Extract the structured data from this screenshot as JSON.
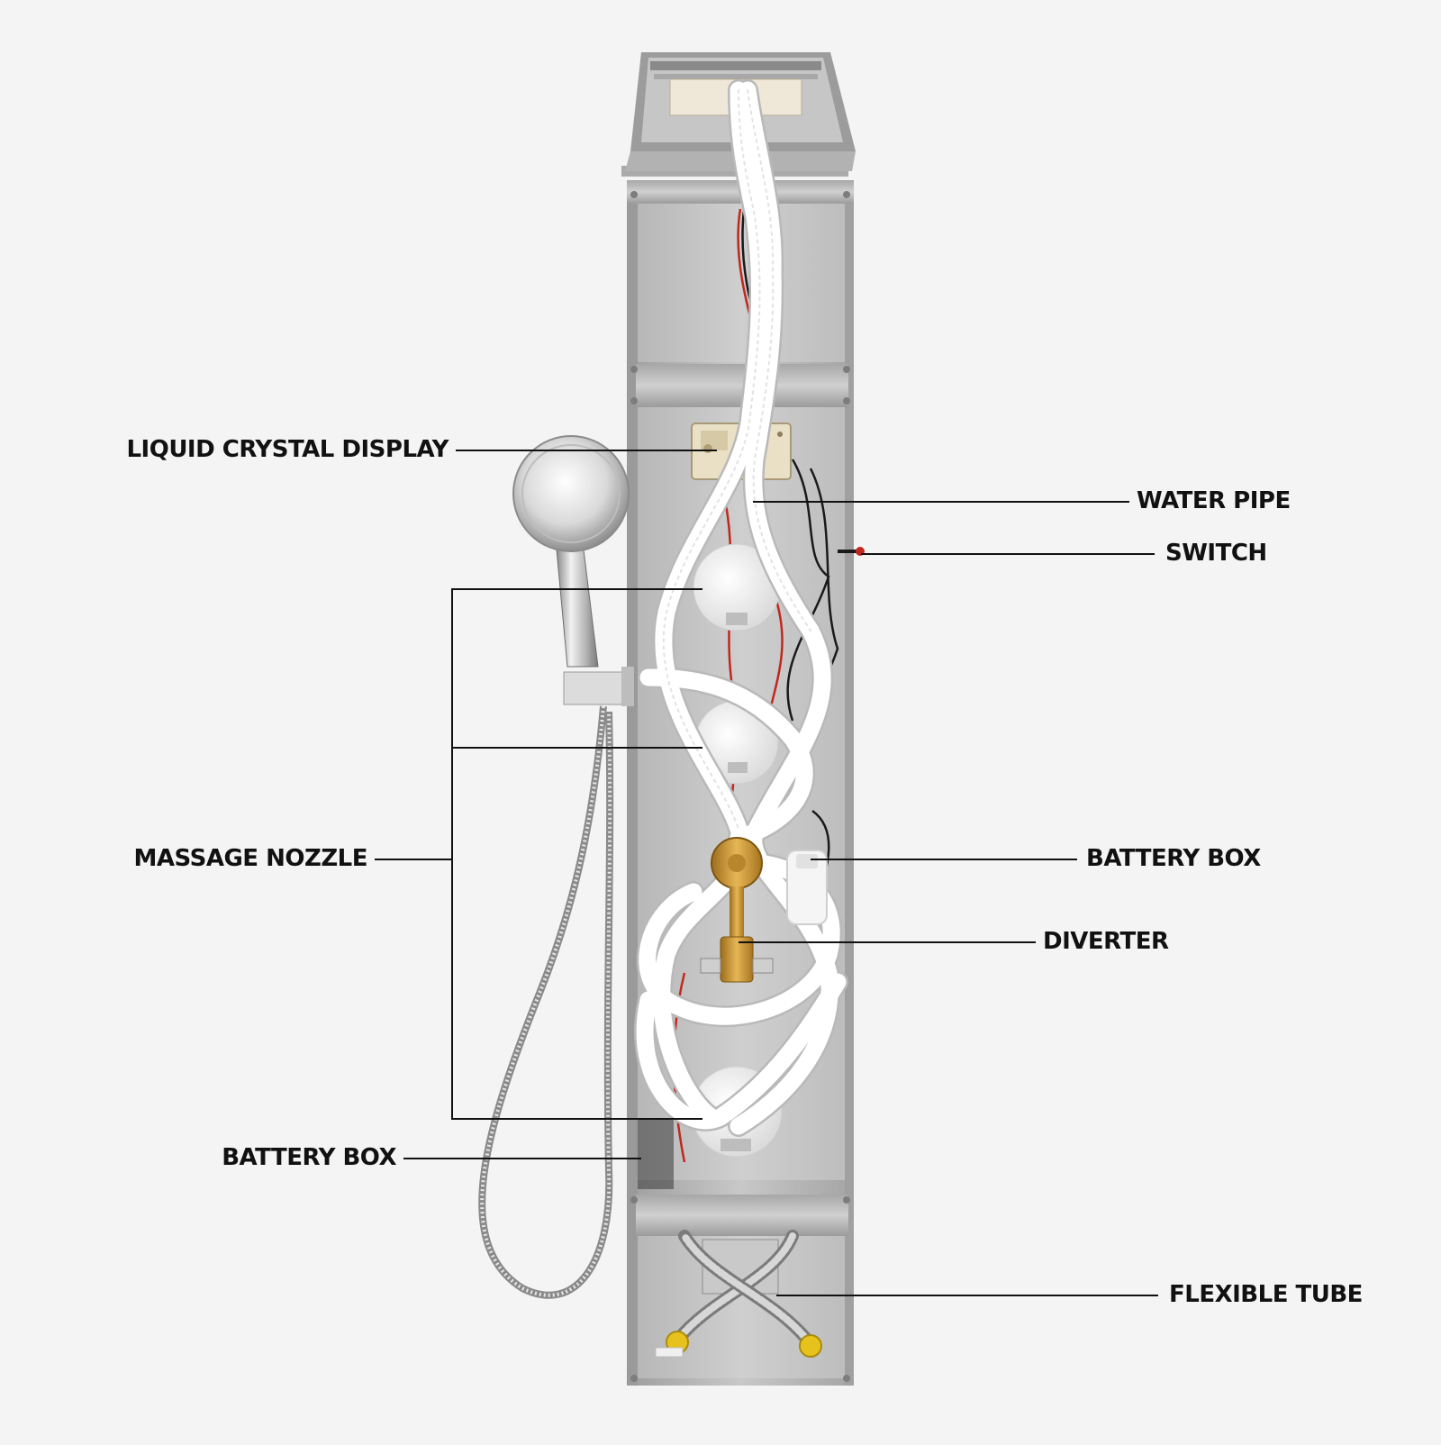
{
  "labels": {
    "lcd": "LIQUID CRYSTAL DISPLAY",
    "massage_nozzle": "MASSAGE NOZZLE",
    "battery_box_left": "BATTERY BOX",
    "water_pipe": "WATER PIPE",
    "switch": "SWITCH",
    "battery_box_right": "BATTERY BOX",
    "diverter": "DIVERTER",
    "flexible_tube": "FLEXIBLE TUBE"
  },
  "colors": {
    "background": "#f4f4f4",
    "panel_steel": "#b9b9b9",
    "panel_inner": "#c9c9c9",
    "hose": "#ffffff",
    "brass": "#c9952e",
    "wire_red": "#c0281e",
    "wire_black": "#1a1a1a",
    "valve_yellow": "#e8c21c",
    "leader_line": "#111111"
  }
}
